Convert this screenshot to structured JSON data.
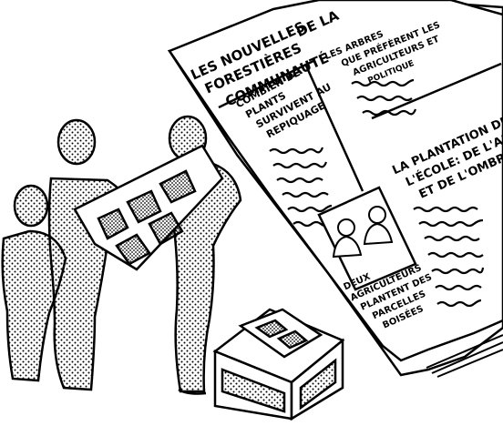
{
  "newspaper": {
    "masthead_line1": "LES NOUVELLES",
    "masthead_line2": "FORESTIÈRES",
    "masthead_line3": "DE LA",
    "masthead_line4": "COMMUNAUTÉ",
    "col1_headline_line1": "COMBIEN DE",
    "col1_headline_line2": "PLANTS",
    "col1_headline_line3": "SURVIVENT AU",
    "col1_headline_line4": "REPIQUAGE",
    "col2_headline_line1": "LES ARBRES",
    "col2_headline_line2": "QUE PRÉFÈRENT LES",
    "col2_headline_line3": "AGRICULTEURS ET",
    "col2_headline_line4": "POLITIQUE",
    "col3_headline_line1": "LA PLANTATION DE",
    "col3_headline_line2": "L'ÉCOLE: DE L'ARB",
    "col3_headline_line3": "ET DE L'OMBRE",
    "photo_caption_line1": "DEUX",
    "photo_caption_line2": "AGRICULTEURS",
    "photo_caption_line3": "PLANTENT DES",
    "photo_caption_line4": "PARCELLES",
    "photo_caption_line5": "BOISÉES"
  },
  "colors": {
    "ink": "#000000",
    "paper": "#ffffff"
  }
}
